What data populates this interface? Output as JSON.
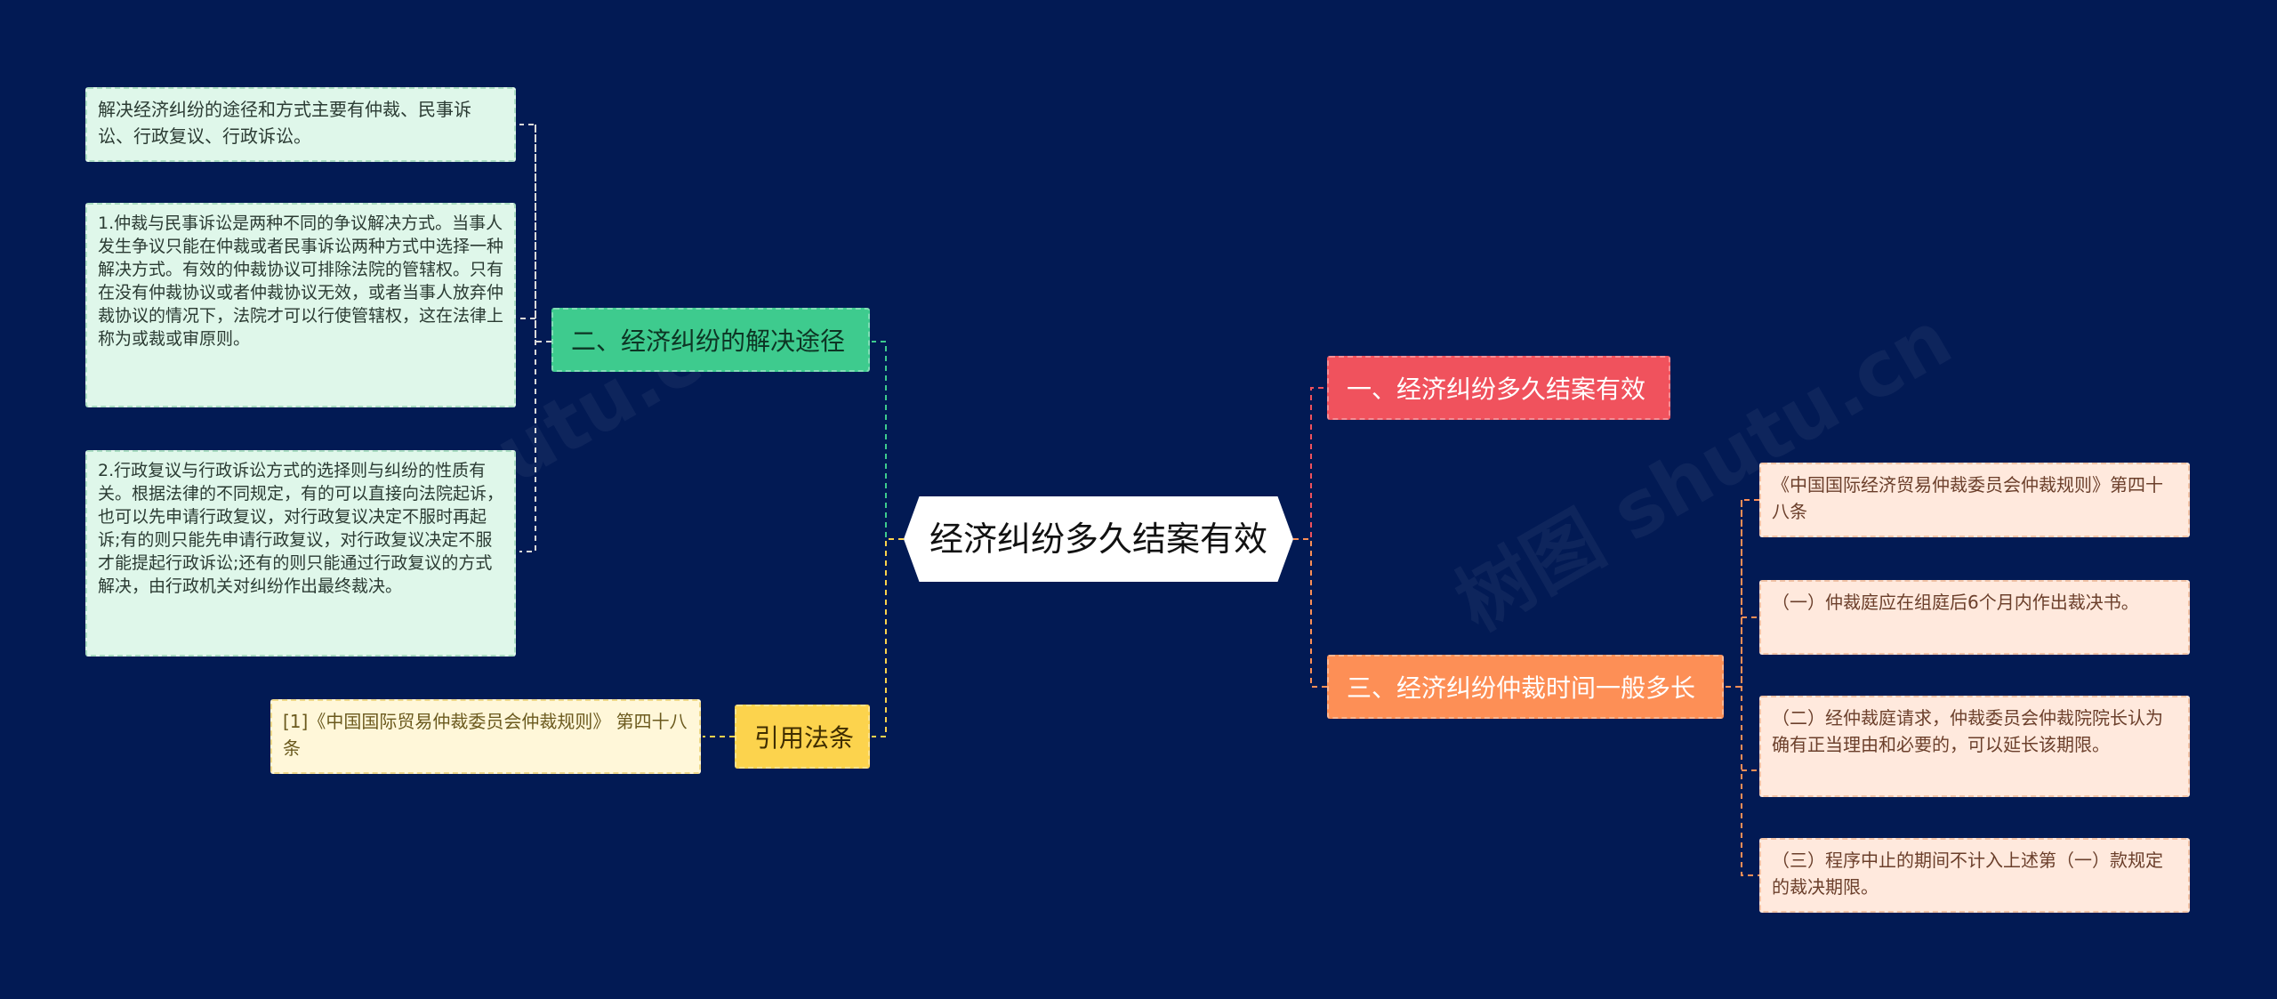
{
  "center": {
    "label": "经济纠纷多久结案有效"
  },
  "left": {
    "branch_method": {
      "label": "二、经济纠纷的解决途径",
      "leaves": [
        "解决经济纠纷的途径和方式主要有仲裁、民事诉讼、行政复议、行政诉讼。",
        "1.仲裁与民事诉讼是两种不同的争议解决方式。当事人发生争议只能在仲裁或者民事诉讼两种方式中选择一种解决方式。有效的仲裁协议可排除法院的管辖权。只有在没有仲裁协议或者仲裁协议无效，或者当事人放弃仲裁协议的情况下，法院才可以行使管辖权，这在法律上称为或裁或审原则。",
        "2.行政复议与行政诉讼方式的选择则与纠纷的性质有关。根据法律的不同规定，有的可以直接向法院起诉，也可以先申请行政复议，对行政复议决定不服时再起诉;有的则只能先申请行政复议，对行政复议决定不服才能提起行政诉讼;还有的则只能通过行政复议的方式解决，由行政机关对纠纷作出最终裁决。"
      ]
    },
    "branch_law": {
      "label": "引用法条",
      "leaves": [
        "[1]《中国国际贸易仲裁委员会仲裁规则》 第四十八条"
      ]
    }
  },
  "right": {
    "branch_valid": {
      "label": "一、经济纠纷多久结案有效"
    },
    "branch_time": {
      "label": "三、经济纠纷仲裁时间一般多长",
      "leaves": [
        "《中国国际经济贸易仲裁委员会仲裁规则》第四十八条",
        "（一）仲裁庭应在组庭后6个月内作出裁决书。",
        "（二）经仲裁庭请求，仲裁委员会仲裁院院长认为确有正当理由和必要的，可以延长该期限。",
        "（三）程序中止的期间不计入上述第（一）款规定的裁决期限。"
      ]
    }
  },
  "colors": {
    "background": "#021a54",
    "green": "#3ecb8e",
    "yellow": "#fcd34d",
    "red": "#f0525d",
    "orange": "#fd8f56"
  }
}
